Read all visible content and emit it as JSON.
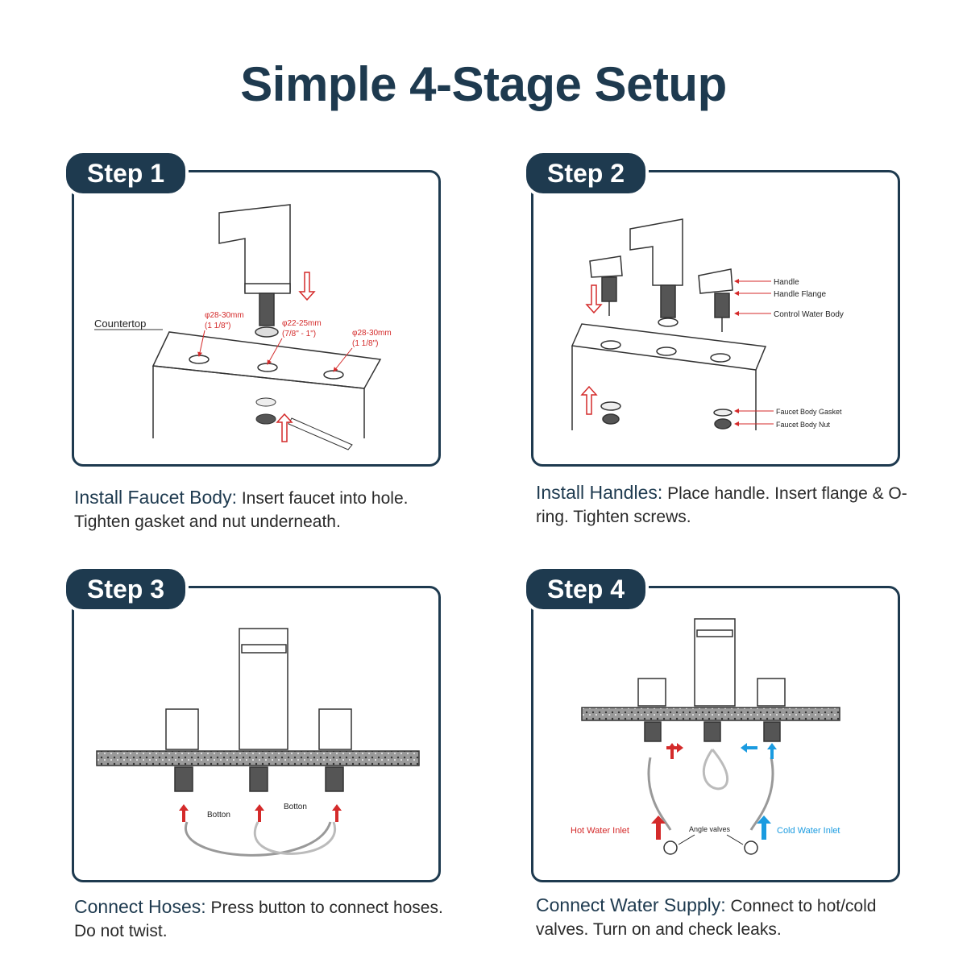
{
  "title": "Simple 4-Stage Setup",
  "colors": {
    "navy": "#1e3a4f",
    "red": "#d42a2a",
    "blue": "#1a9be0"
  },
  "steps": [
    {
      "badge": "Step 1",
      "heading": "Install Faucet Body:",
      "text": " Insert faucet into hole. Tighten gasket and nut underneath.",
      "labels": {
        "countertop": "Countertop",
        "hole_left": "φ28-30mm",
        "hole_left_sub": "(1 1/8\")",
        "hole_mid": "φ22-25mm",
        "hole_mid_sub": "(7/8\" - 1\")",
        "hole_right": "φ28-30mm",
        "hole_right_sub": "(1 1/8\")"
      }
    },
    {
      "badge": "Step 2",
      "heading": "Install Handles:",
      "text": " Place handle. Insert flange & O-ring.  Tighten screws.",
      "labels": {
        "handle": "Handle",
        "handle_flange": "Handle Flange",
        "control_water_body": "Control Water Body",
        "gasket": "Faucet Body Gasket",
        "nut": "Faucet Body Nut"
      }
    },
    {
      "badge": "Step 3",
      "heading": "Connect Hoses:",
      "text": " Press button to connect hoses. Do not twist.",
      "labels": {
        "botton_left": "Botton",
        "botton_right": "Botton"
      }
    },
    {
      "badge": "Step 4",
      "heading": "Connect Water Supply:",
      "text": " Connect to hot/cold valves. Turn on and check leaks.",
      "labels": {
        "hot": "Hot Water Inlet",
        "angle": "Angle valves",
        "cold": "Cold Water Inlet"
      }
    }
  ]
}
